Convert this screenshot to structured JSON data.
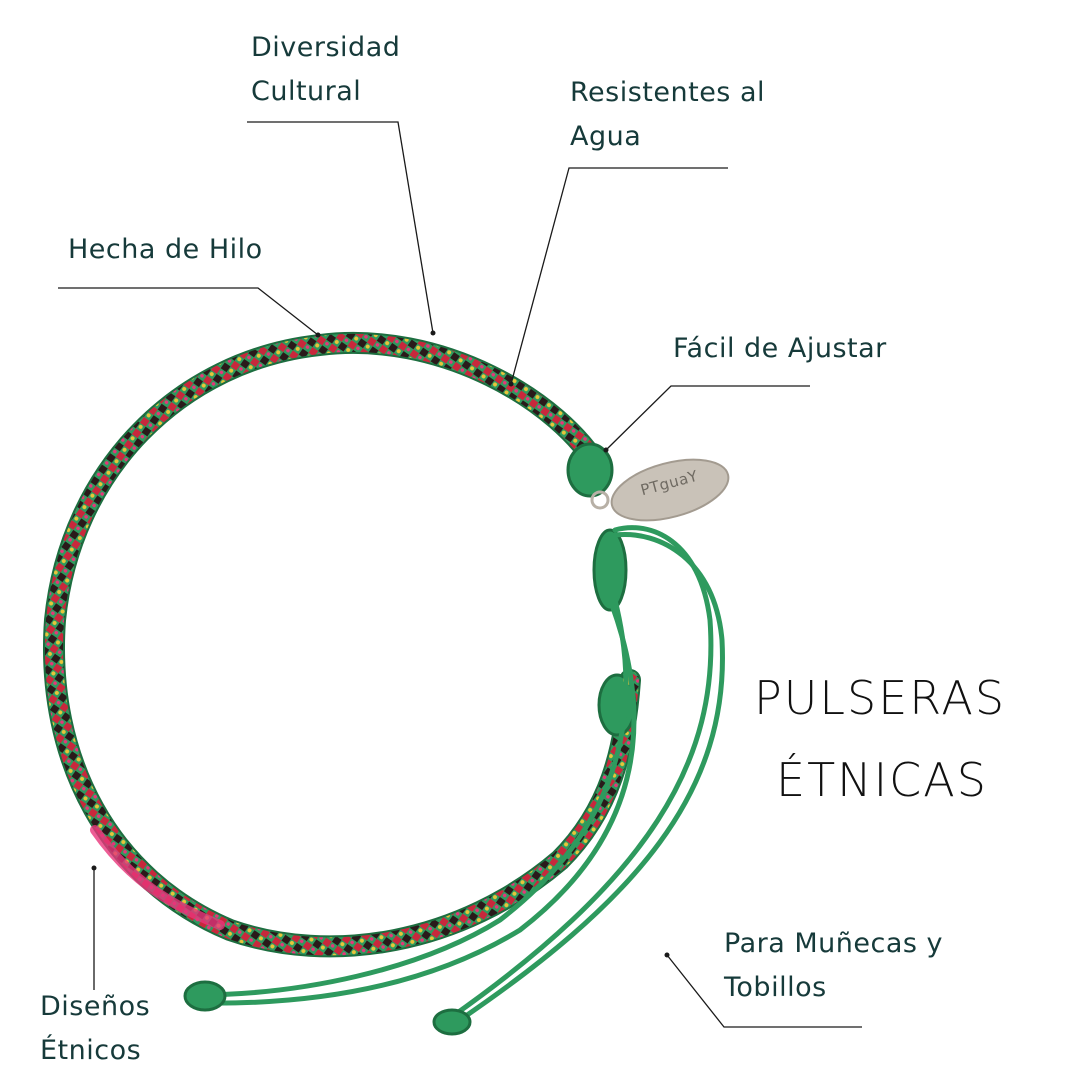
{
  "title": {
    "line1": "PULSERAS",
    "line2": "ÉTNICAS"
  },
  "features": [
    {
      "id": "diversidad",
      "line1": "Diversidad",
      "line2": "Cultural"
    },
    {
      "id": "resistentes",
      "line1": "Resistentes al",
      "line2": "Agua"
    },
    {
      "id": "hilo",
      "line1": "Hecha de Hilo",
      "line2": ""
    },
    {
      "id": "ajustar",
      "line1": "Fácil de Ajustar",
      "line2": ""
    },
    {
      "id": "disenos",
      "line1": "Diseños",
      "line2": "Étnicos"
    },
    {
      "id": "munecas",
      "line1": "Para Muñecas y",
      "line2": "Tobillos"
    }
  ],
  "product": {
    "tag_text": "PTguaY",
    "colors": {
      "cord": "#2e9a5e",
      "cord_dark": "#1d6e40",
      "weave_red": "#c8283c",
      "weave_pink": "#e8347a",
      "weave_yellow": "#e8c43a",
      "weave_black": "#2a1a1a",
      "tag_silver": "#c9c2b8",
      "leader_line": "#1a1a1a",
      "text": "#163a3a"
    }
  }
}
